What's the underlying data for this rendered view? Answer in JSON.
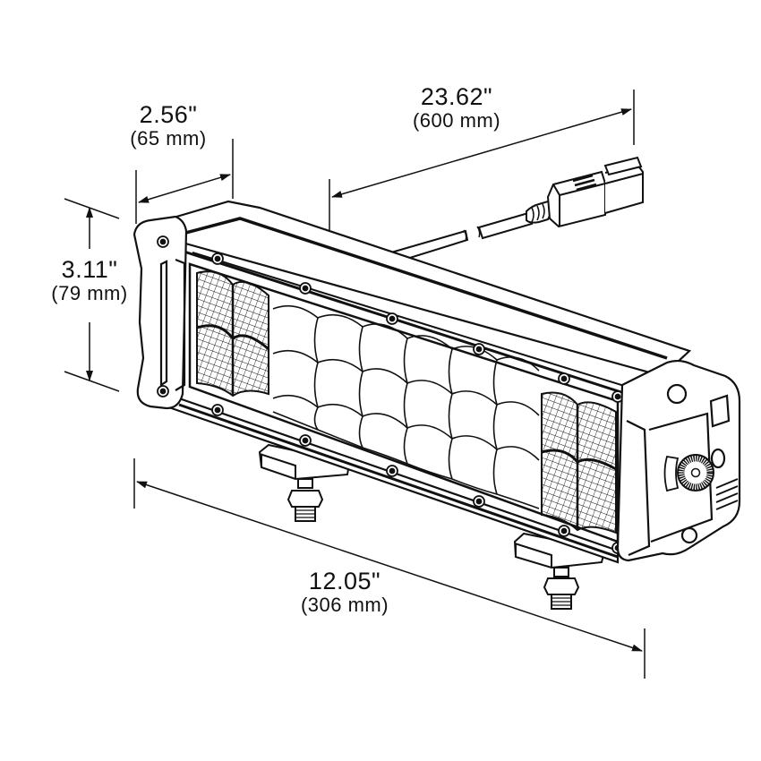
{
  "diagram": {
    "subject": "LED light bar",
    "stroke_color": "#111111",
    "background_color": "#ffffff",
    "dimensions": {
      "depth": {
        "imperial": "2.56\"",
        "metric": "(65 mm)"
      },
      "cable_length": {
        "imperial": "23.62\"",
        "metric": "(600 mm)"
      },
      "height": {
        "imperial": "3.11\"",
        "metric": "(79 mm)"
      },
      "length": {
        "imperial": "12.05\"",
        "metric": "(306 mm)"
      }
    },
    "components": [
      "housing",
      "lens-array",
      "end-cap",
      "breather-vent",
      "cable",
      "connector",
      "mounting-bracket-left",
      "mounting-bracket-right"
    ]
  }
}
